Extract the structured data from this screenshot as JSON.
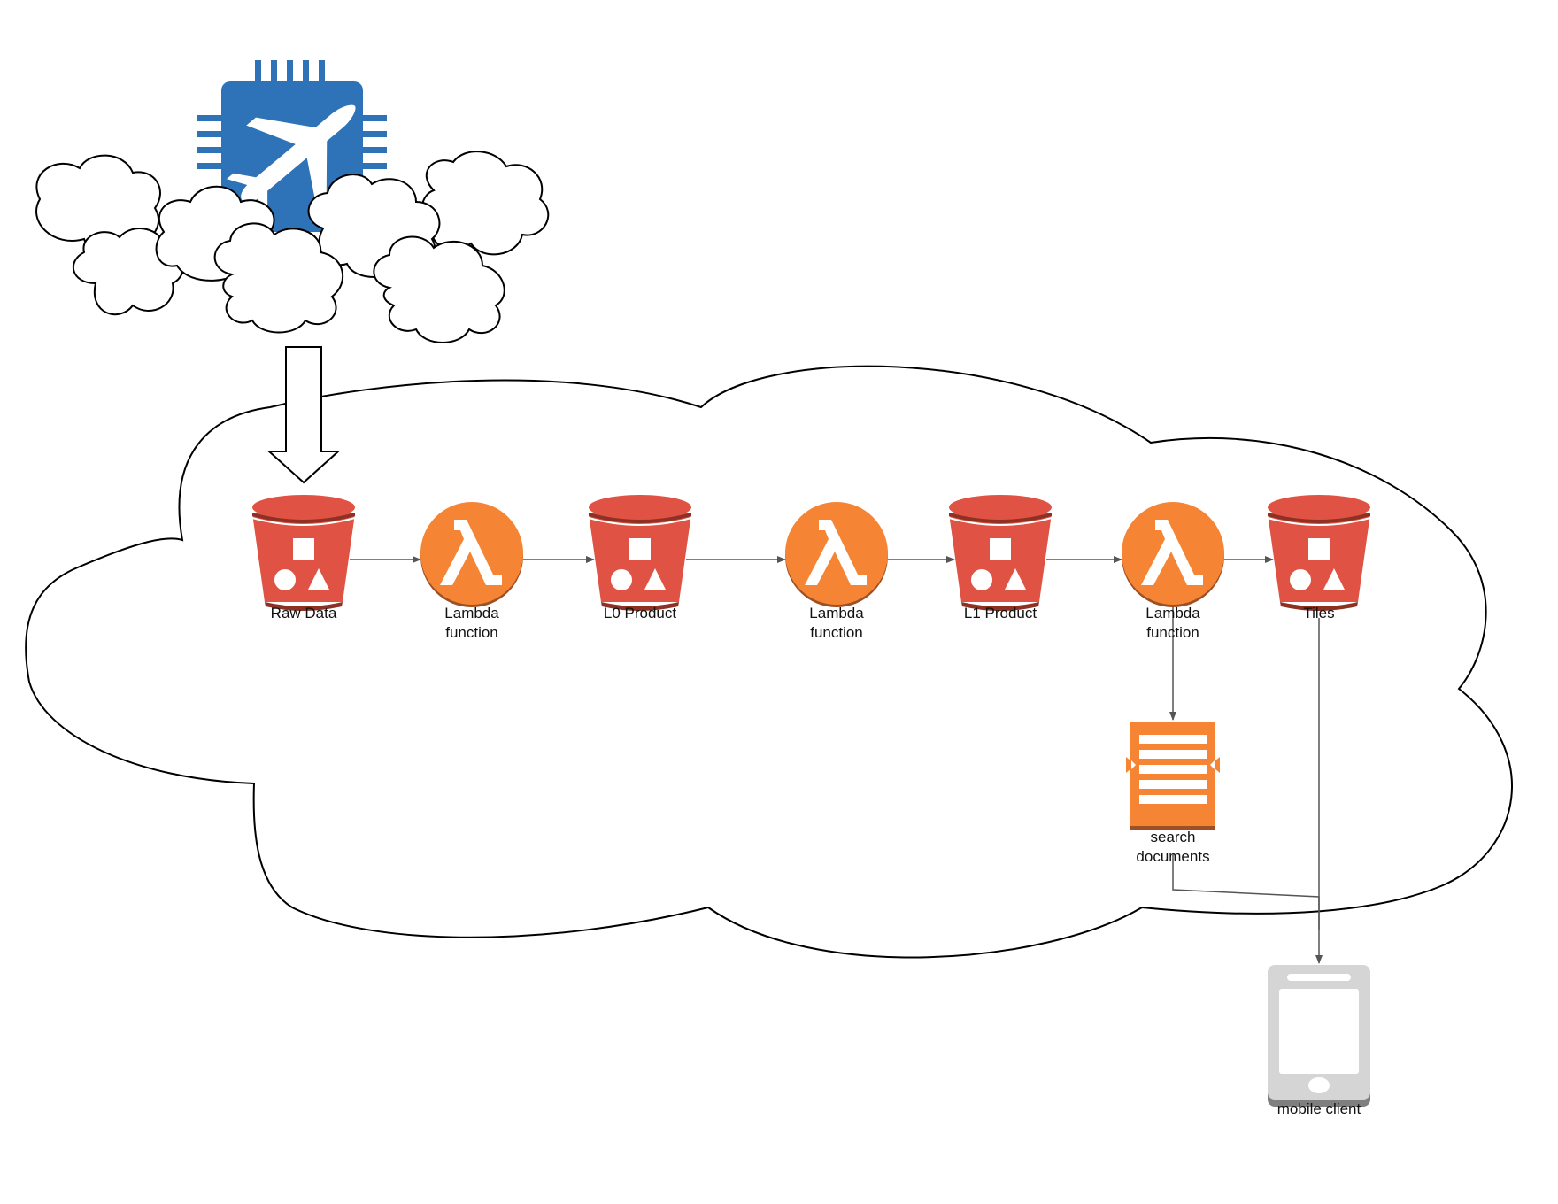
{
  "diagram": {
    "nodes": {
      "raw_data": {
        "lines": [
          "Raw Data"
        ],
        "kind": "s3-bucket"
      },
      "lambda_1": {
        "lines": [
          "Lambda",
          "function"
        ],
        "kind": "lambda"
      },
      "l0_product": {
        "lines": [
          "L0 Product"
        ],
        "kind": "s3-bucket"
      },
      "lambda_2": {
        "lines": [
          "Lambda",
          "function"
        ],
        "kind": "lambda"
      },
      "l1_product": {
        "lines": [
          "L1 Product"
        ],
        "kind": "s3-bucket"
      },
      "lambda_3": {
        "lines": [
          "Lambda",
          "function"
        ],
        "kind": "lambda"
      },
      "tiles": {
        "lines": [
          "Tiles"
        ],
        "kind": "s3-bucket"
      },
      "search_docs": {
        "lines": [
          "search",
          "documents"
        ],
        "kind": "search-documents"
      },
      "mobile_client": {
        "lines": [
          "mobile client"
        ],
        "kind": "mobile-device"
      },
      "satellite": {
        "lines": [],
        "kind": "satellite-chip"
      }
    },
    "edges": [
      [
        "satellite",
        "raw_data"
      ],
      [
        "raw_data",
        "lambda_1"
      ],
      [
        "lambda_1",
        "l0_product"
      ],
      [
        "l0_product",
        "lambda_2"
      ],
      [
        "lambda_2",
        "l1_product"
      ],
      [
        "l1_product",
        "lambda_3"
      ],
      [
        "lambda_3",
        "tiles"
      ],
      [
        "lambda_3",
        "search_docs"
      ],
      [
        "search_docs",
        "mobile_client"
      ],
      [
        "tiles",
        "mobile_client"
      ]
    ],
    "colors": {
      "s3_red": "#e05243",
      "s3_dark": "#8c3123",
      "lambda_orange": "#f58534",
      "lambda_dark": "#9d5025",
      "chip_blue": "#2e73b8",
      "device_gray": "#d5d5d5",
      "device_dark": "#7f7f7f",
      "connector": "#555555"
    }
  }
}
